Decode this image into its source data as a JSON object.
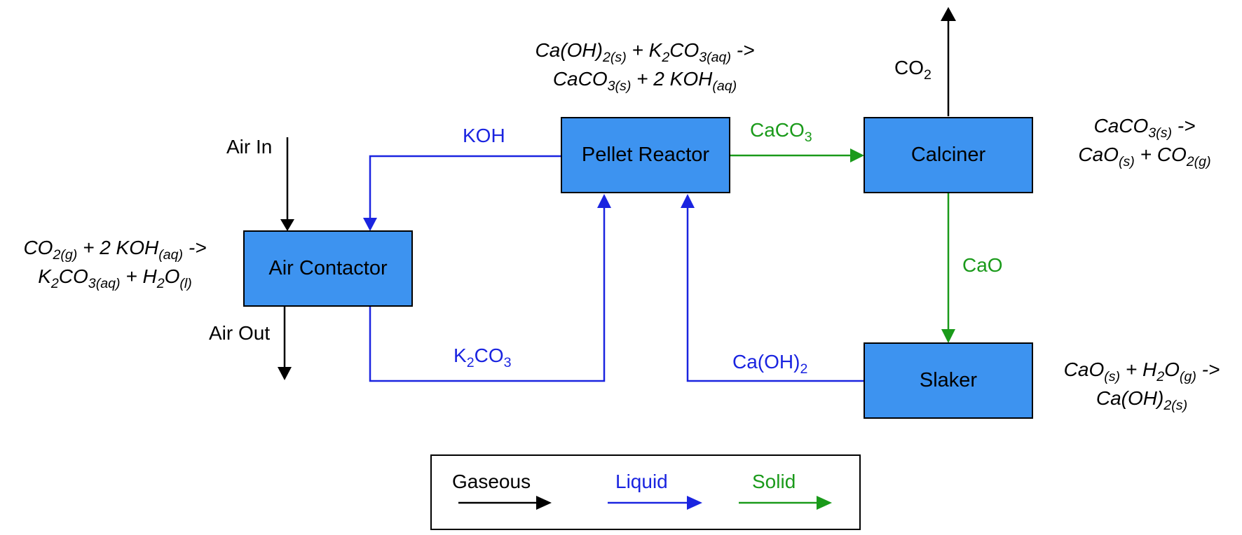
{
  "blocks": {
    "air_contactor": "Air Contactor",
    "pellet_reactor": "Pellet Reactor",
    "calciner": "Calciner",
    "slaker": "Slaker"
  },
  "flows": {
    "air_in": "Air In",
    "air_out": "Air Out",
    "koh": "KOH",
    "k2co3": {
      "a": "K",
      "s1": "2",
      "b": "CO",
      "s2": "3"
    },
    "caco3": {
      "a": "CaCO",
      "s1": "3"
    },
    "cao": "CaO",
    "caoh2": {
      "a": "Ca(OH)",
      "s1": "2"
    },
    "co2": {
      "a": "CO",
      "s1": "2"
    }
  },
  "equations": {
    "air_contactor": {
      "l1": {
        "a": "CO",
        "s1": "2(g)",
        "b": " + 2 KOH",
        "s2": "(aq)",
        "c": " ->"
      },
      "l2": {
        "a": "K",
        "s1": "2",
        "b": "CO",
        "s2": "3(aq)",
        "c": " + H",
        "s3": "2",
        "d": "O",
        "s4": "(l)"
      }
    },
    "pellet_reactor": {
      "l1": {
        "a": "Ca(OH)",
        "s1": "2(s)",
        "b": " + K",
        "s2": "2",
        "c": "CO",
        "s3": "3(aq)",
        "d": " ->"
      },
      "l2": {
        "a": "CaCO",
        "s1": "3(s)",
        "b": " + 2 KOH",
        "s2": "(aq)"
      }
    },
    "calciner": {
      "l1": {
        "a": "CaCO",
        "s1": "3(s)",
        "b": " ->"
      },
      "l2": {
        "a": "CaO",
        "s1": "(s)",
        "b": " + CO",
        "s2": "2(g)"
      }
    },
    "slaker": {
      "l1": {
        "a": "CaO",
        "s1": "(s)",
        "b": " + H",
        "s2": "2",
        "c": "O",
        "s3": "(g)",
        "d": " ->"
      },
      "l2": {
        "a": "Ca(OH)",
        "s1": "2(s)"
      }
    }
  },
  "legend": {
    "gaseous": "Gaseous",
    "liquid": "Liquid",
    "solid": "Solid"
  },
  "colors": {
    "gaseous": "#000000",
    "liquid": "#1a24e0",
    "solid": "#1a9a1a",
    "block_fill": "#3d93f0"
  }
}
